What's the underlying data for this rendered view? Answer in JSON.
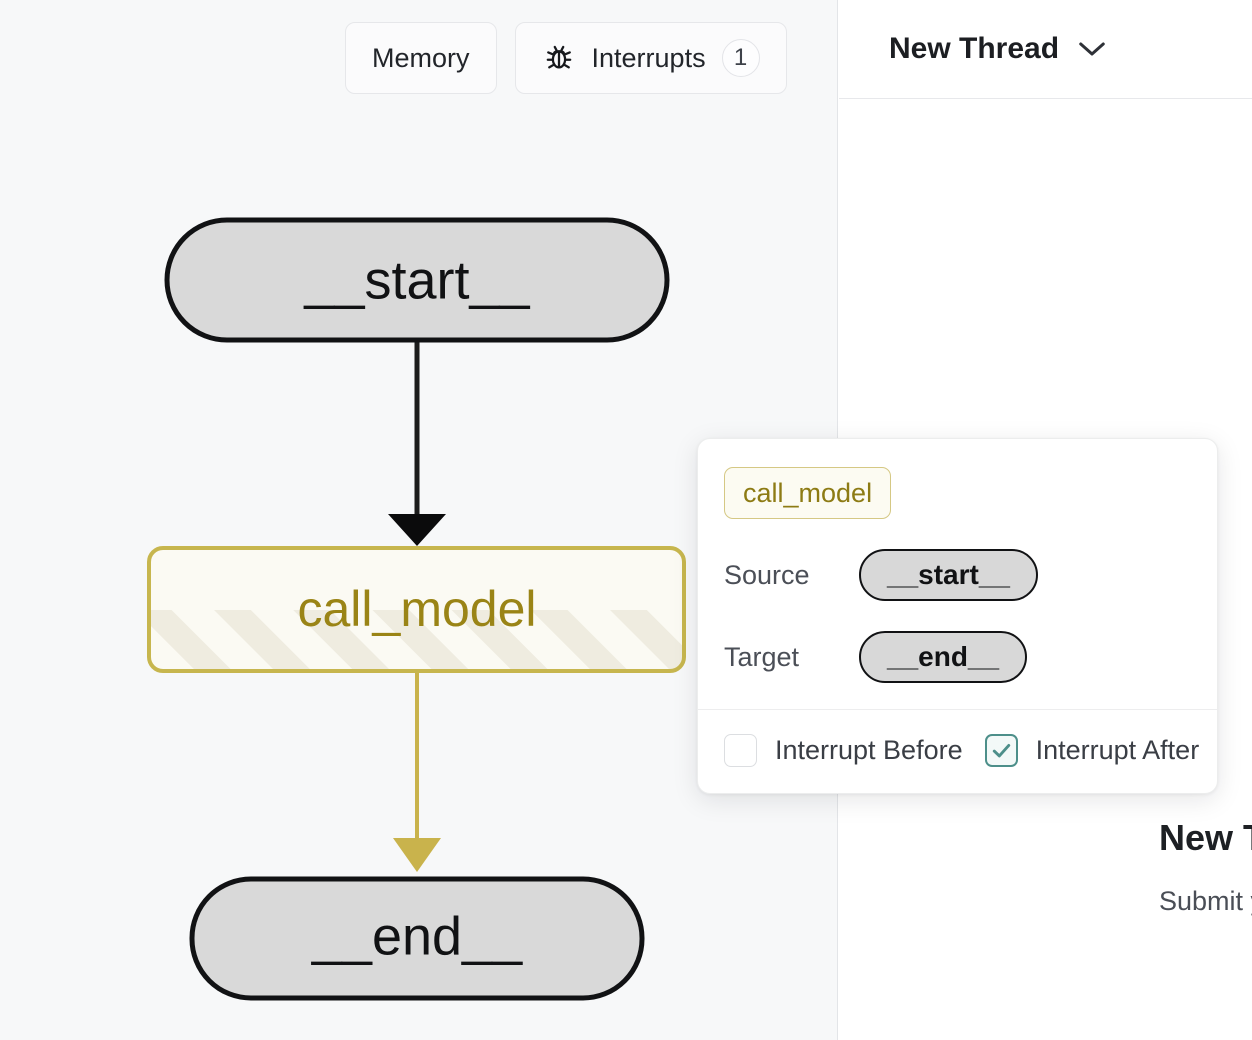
{
  "canvas": {
    "background_color": "#f7f8f9",
    "toolbar": {
      "memory_label": "Memory",
      "interrupts_label": "Interrupts",
      "interrupts_icon": "bug-icon",
      "interrupts_count": "1"
    },
    "graph": {
      "nodes": [
        {
          "id": "start",
          "label": "__start__",
          "state": "idle",
          "fill": "#d9d9d9",
          "stroke": "#111214"
        },
        {
          "id": "call_model",
          "label": "call_model",
          "state": "active",
          "fill": "#fbfaf3",
          "stroke": "#c7b64e",
          "text_color": "#9a8416"
        },
        {
          "id": "end",
          "label": "__end__",
          "state": "idle",
          "fill": "#d9d9d9",
          "stroke": "#111214"
        }
      ],
      "edges": [
        {
          "source": "start",
          "target": "call_model",
          "color": "#1c1c1c"
        },
        {
          "source": "call_model",
          "target": "end",
          "color": "#c9b34c"
        }
      ]
    }
  },
  "popover": {
    "chip_label": "call_model",
    "chip_color": "#8d7b14",
    "rows": [
      {
        "key": "Source",
        "value": "__start__"
      },
      {
        "key": "Target",
        "value": "__end__"
      }
    ],
    "checkboxes": [
      {
        "label": "Interrupt Before",
        "checked": false
      },
      {
        "label": "Interrupt After",
        "checked": true,
        "accent": "#4d8f8a"
      }
    ]
  },
  "side_panel": {
    "thread_title": "New Thread",
    "thread_chevron": "chevron-down-icon",
    "empty_title": "New T",
    "empty_subtitle": "Submit your input",
    "float_card_glyph": "more-options-icon"
  }
}
